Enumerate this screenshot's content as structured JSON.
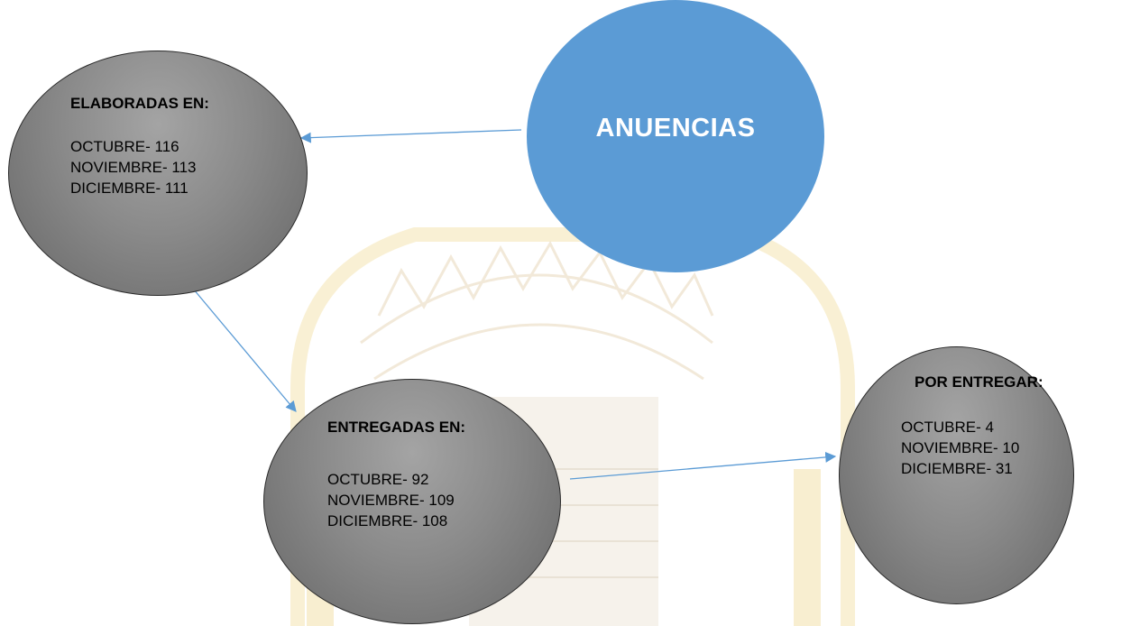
{
  "diagram": {
    "center": {
      "label": "ANUENCIAS"
    },
    "elaboradas": {
      "title": "ELABORADAS EN:",
      "lines": [
        "OCTUBRE- 116",
        "NOVIEMBRE- 113",
        "DICIEMBRE- 111"
      ]
    },
    "entregadas": {
      "title": "ENTREGADAS EN:",
      "lines": [
        "OCTUBRE- 92",
        "NOVIEMBRE- 109",
        "DICIEMBRE- 108"
      ]
    },
    "por_entregar": {
      "title": "POR ENTREGAR:",
      "lines": [
        "OCTUBRE- 4",
        "NOVIEMBRE- 10",
        "DICIEMBRE- 31"
      ]
    },
    "colors": {
      "center_fill": "#5b9bd5",
      "node_fill": "#8a8a8a",
      "arrow": "#5b9bd5",
      "watermark": "#f6e6b4"
    }
  }
}
